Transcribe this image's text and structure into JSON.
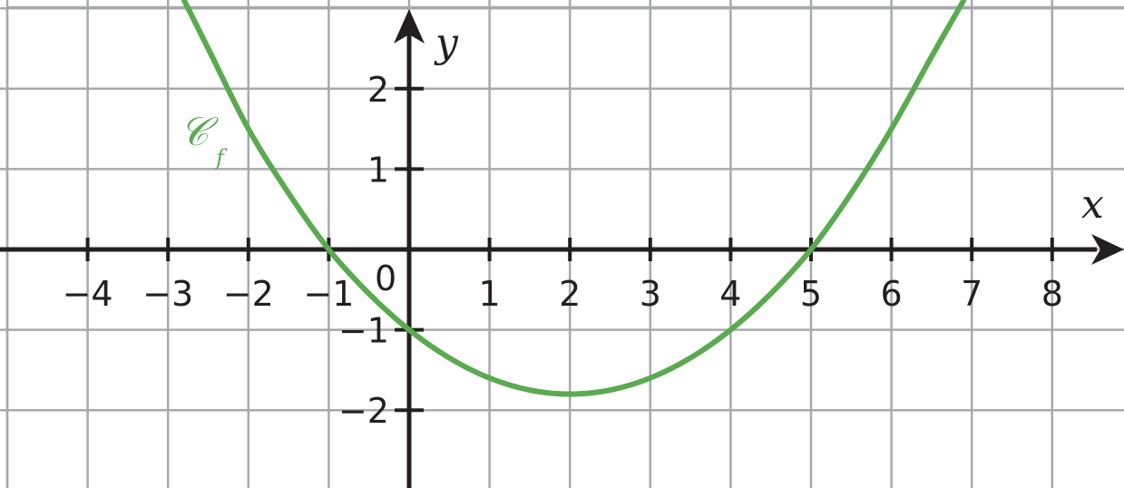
{
  "chart_data": {
    "type": "line",
    "title": "",
    "xlabel": "x",
    "ylabel": "y",
    "xlim": [
      -5,
      8.9
    ],
    "ylim": [
      -3,
      3
    ],
    "grid": true,
    "x_ticks": [
      -4,
      -3,
      -2,
      -1,
      1,
      2,
      3,
      4,
      5,
      6,
      7,
      8
    ],
    "x_tick_labels": [
      "−4",
      "−3",
      "−2",
      "−1",
      "1",
      "2",
      "3",
      "4",
      "5",
      "6",
      "7",
      "8"
    ],
    "y_ticks": [
      -2,
      -1,
      1,
      2
    ],
    "y_tick_labels": [
      "−2",
      "−1",
      "1",
      "2"
    ],
    "origin_label": "0",
    "series": [
      {
        "name": "𝒞",
        "name_subscript": "f",
        "color": "#5aaa50",
        "x": [
          -2.8,
          -2.5,
          -2,
          -1.5,
          -1,
          -0.5,
          0,
          0.5,
          1,
          1.5,
          2,
          2.5,
          3,
          3.5,
          4,
          4.5,
          5,
          5.5,
          6,
          6.5,
          6.9
        ],
        "y": [
          3.1,
          2.5,
          1.5,
          0.7,
          0.0,
          -0.55,
          -1.0,
          -1.35,
          -1.6,
          -1.75,
          -1.8,
          -1.75,
          -1.6,
          -1.35,
          -1.0,
          -0.55,
          0.0,
          0.7,
          1.5,
          2.4,
          3.1
        ]
      }
    ]
  }
}
